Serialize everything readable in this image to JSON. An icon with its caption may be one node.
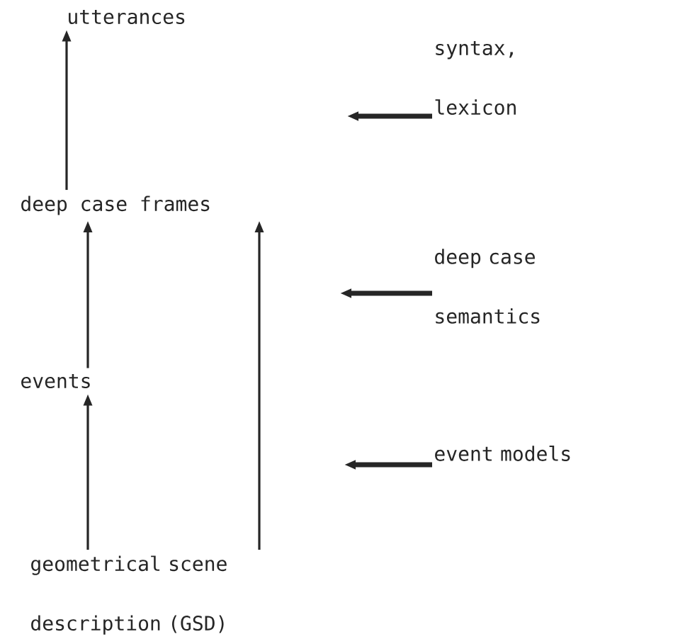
{
  "diagram": {
    "nodes": [
      {
        "text": [
          "utterances"
        ]
      },
      {
        "text": [
          "deep case frames"
        ]
      },
      {
        "text": [
          "events"
        ]
      },
      {
        "text": [
          "geometrical scene description (GSD)"
        ]
      },
      {
        "text": [
          "syntax, lexicon"
        ]
      },
      {
        "text": [
          "deep case semantics"
        ]
      },
      {
        "text": [
          "event models"
        ]
      }
    ],
    "edges": [
      {
        "from": 1,
        "to": 0,
        "arrow": "to"
      },
      {
        "from": 2,
        "to": 1,
        "arrow": "to"
      },
      {
        "from": 3,
        "to": 2,
        "arrow": "to"
      },
      {
        "from": 3,
        "to": 1,
        "arrow": "to"
      },
      {
        "from": 4,
        "to": null,
        "arrow": "to",
        "style": "thick"
      },
      {
        "from": 5,
        "to": null,
        "arrow": "to",
        "style": "thick"
      },
      {
        "from": 6,
        "to": null,
        "arrow": "to",
        "style": "thick"
      }
    ]
  }
}
